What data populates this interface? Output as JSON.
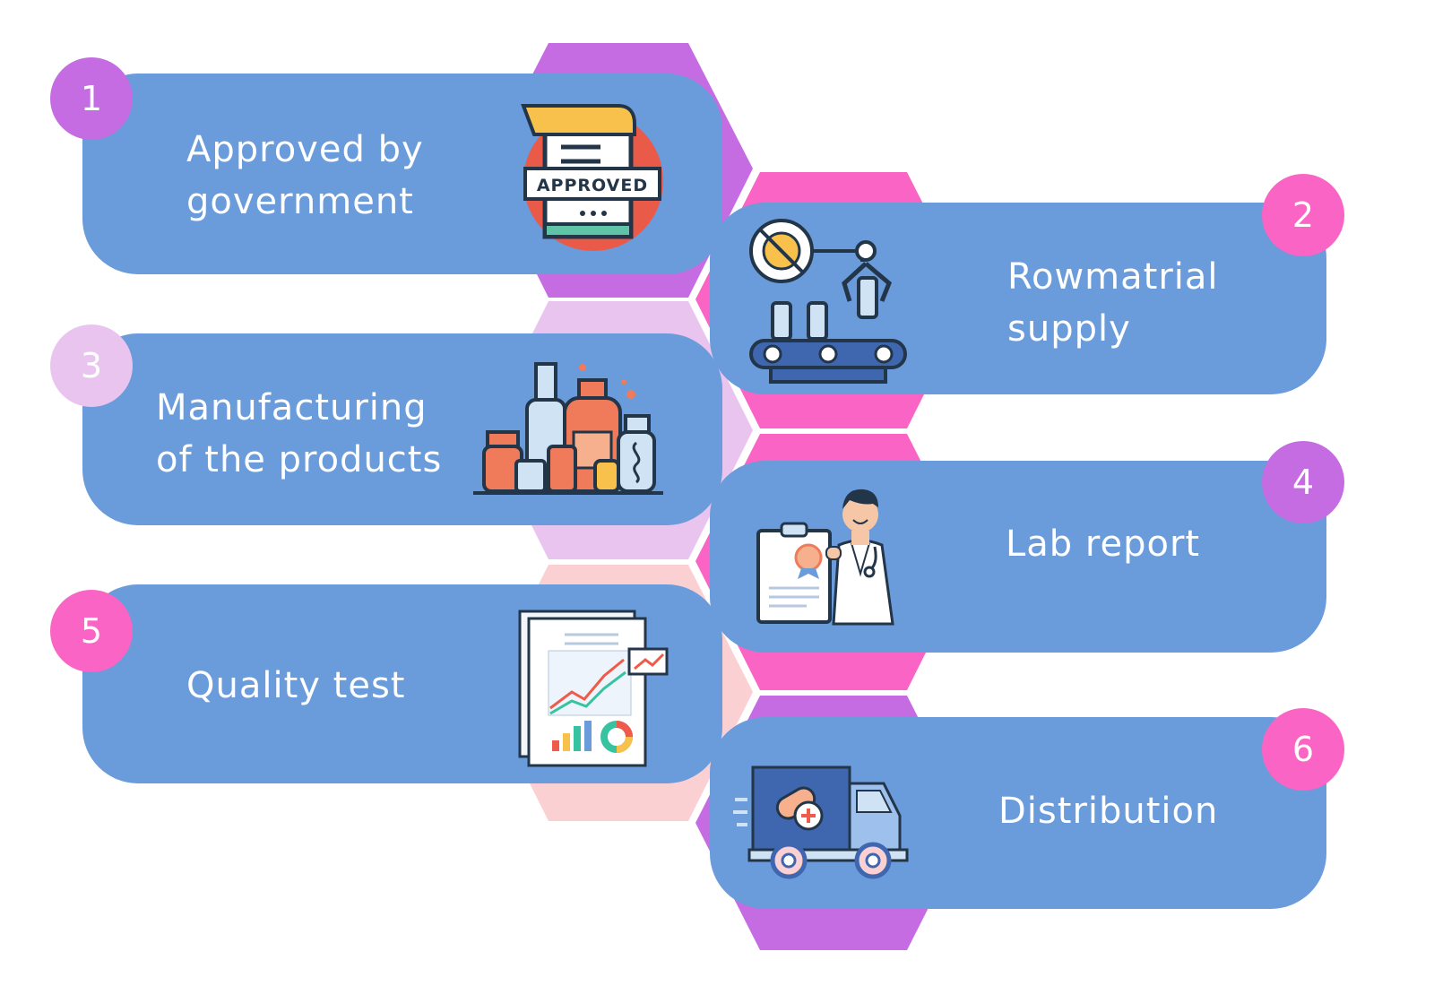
{
  "colors": {
    "pill": "#6a9bdb",
    "hex_1": "#c56ce3",
    "hex_2": "#fa64c4",
    "hex_3": "#e8c4ef",
    "hex_4": "#fa64c4",
    "hex_5": "#fbd0d3",
    "hex_6": "#c56ce3"
  },
  "steps": [
    {
      "number": "1",
      "label": "Approved by\ngovernment",
      "badge_color": "#c56ce3",
      "icon": "approved-document-icon",
      "stamp_text": "APPROVED"
    },
    {
      "number": "2",
      "label": "Rowmatrial\nsupply",
      "badge_color": "#fa64c4",
      "icon": "factory-conveyor-icon"
    },
    {
      "number": "3",
      "label": "Manufacturing\nof the products",
      "badge_color": "#e8c4ef",
      "icon": "medicine-bottles-icon"
    },
    {
      "number": "4",
      "label": "Lab report",
      "badge_color": "#c56ce3",
      "icon": "doctor-report-icon"
    },
    {
      "number": "5",
      "label": "Quality test",
      "badge_color": "#fa64c4",
      "icon": "analytics-report-icon"
    },
    {
      "number": "6",
      "label": "Distribution",
      "badge_color": "#fa64c4",
      "icon": "delivery-truck-icon"
    }
  ]
}
